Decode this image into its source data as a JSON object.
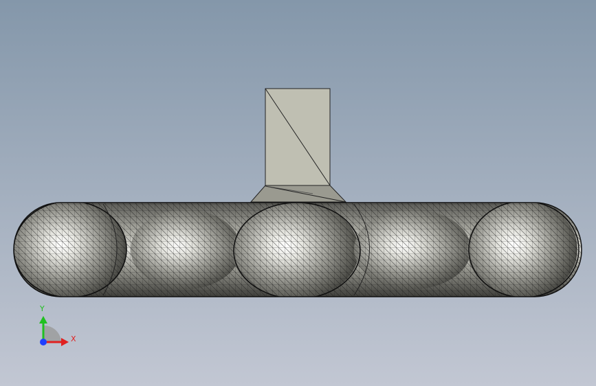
{
  "viewport": {
    "background_top": "#8497aa",
    "background_bottom": "#c2c7d3"
  },
  "model": {
    "block_color": "#bfbfb2",
    "body_color": "#8a8a82",
    "highlight_color": "#ffffff",
    "mesh_color": "#1a1a1a",
    "parts": [
      "mounting-block",
      "mesh-body"
    ]
  },
  "triad": {
    "x_label": "X",
    "y_label": "Y",
    "x_color": "#e02020",
    "y_color": "#20c020",
    "z_color": "#2040ff"
  }
}
